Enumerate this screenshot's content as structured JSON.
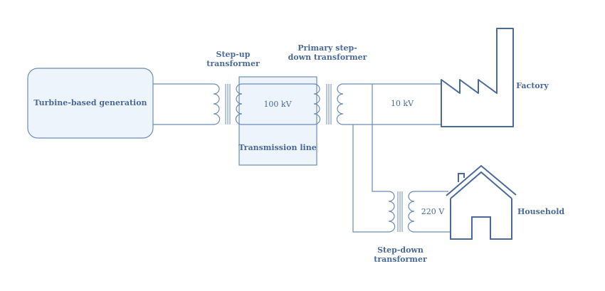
{
  "diagram": {
    "title": "Power transmission and distribution",
    "colors": {
      "stroke": "#6b8cba",
      "stroke_dark": "#4a6a9c",
      "fill_light": "#eef4fc",
      "text": "#4a6a9c"
    },
    "nodes": {
      "generator": {
        "label": "Turbine-based generation"
      },
      "step_up": {
        "label_line1": "Step-up",
        "label_line2": "transformer"
      },
      "transmission": {
        "label": "Transmission line",
        "voltage": "100 kV"
      },
      "primary_step_down": {
        "label_line1": "Primary step-",
        "label_line2": "down transformer"
      },
      "distribution": {
        "voltage": "10 kV"
      },
      "factory": {
        "label": "Factory"
      },
      "step_down": {
        "label_line1": "Step-down",
        "label_line2": "transformer"
      },
      "household": {
        "label": "Household",
        "voltage": "220 V"
      }
    }
  }
}
